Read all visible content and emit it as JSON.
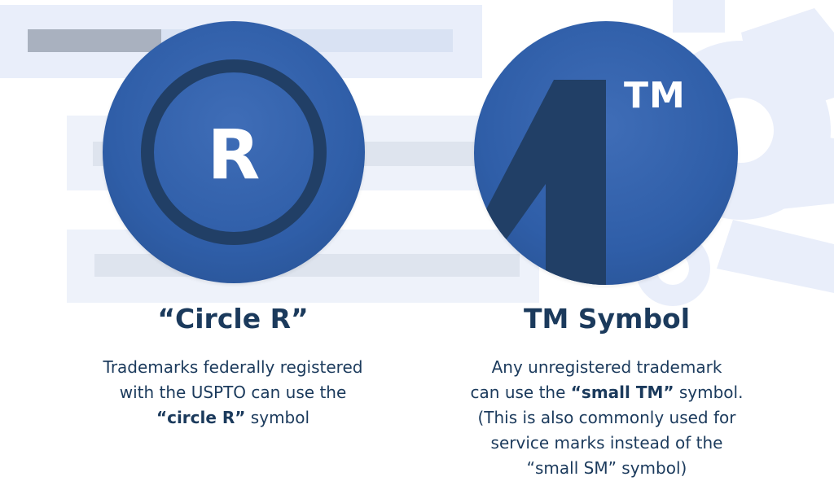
{
  "background": {
    "color": "#ffffff",
    "decor_color": "#e9eefa",
    "decor_bar_color": "#dee4ee",
    "decor_dark_bar_color": "#a9b1bf"
  },
  "left_card": {
    "symbol_letter": "R",
    "heading": "“Circle R”",
    "description": {
      "line1": "Trademarks federally registered",
      "line2": "with the USPTO can use the",
      "line3_bold": "“circle R”",
      "line3_rest": " symbol"
    },
    "icon": "circle-r-icon"
  },
  "right_card": {
    "symbol_letters": "TM",
    "heading": "TM Symbol",
    "description": {
      "line1": "Any unregistered trademark",
      "line2_pre": "can use the ",
      "line2_bold": "“small TM”",
      "line2_post": " symbol.",
      "line3": "(This is also commonly used for",
      "line4": "service marks instead of the",
      "line5": "“small SM” symbol)"
    },
    "icon": "tm-icon"
  },
  "colors": {
    "badge_blue": "#2f5ea8",
    "badge_dark": "#213f66",
    "heading_text": "#1b3a5c",
    "white": "#ffffff"
  }
}
